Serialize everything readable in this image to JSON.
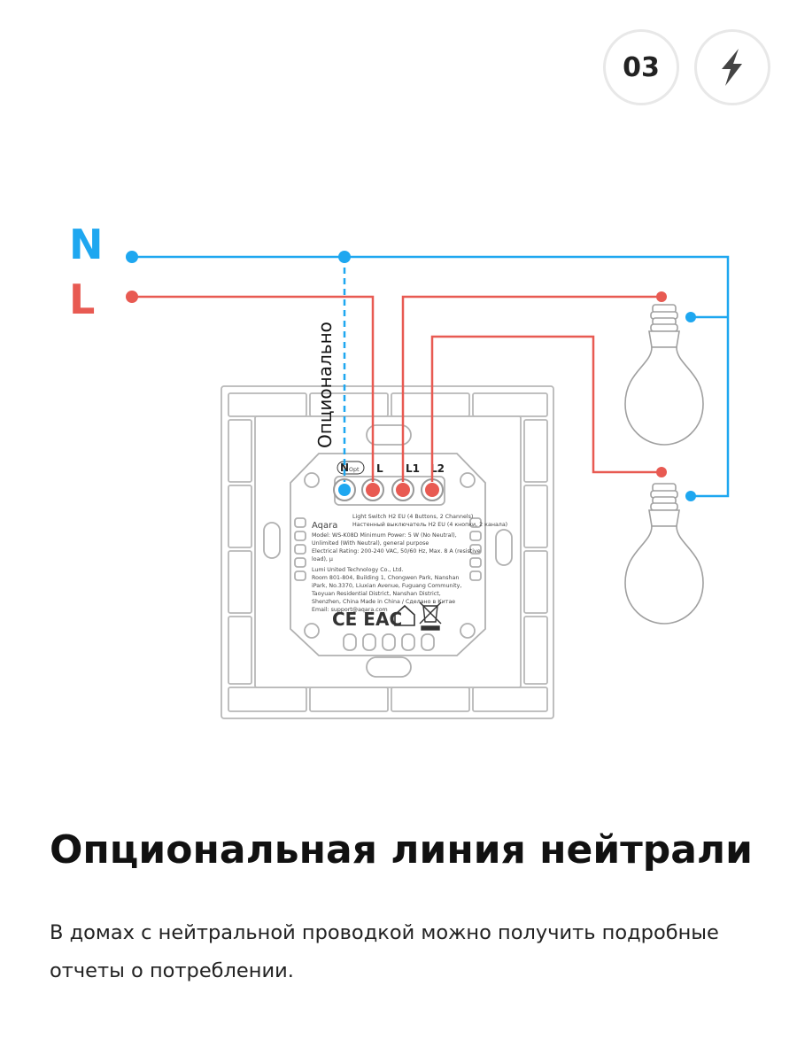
{
  "header": {
    "step_number": "03",
    "step_icon": "lightning-bolt-icon"
  },
  "diagram": {
    "bus_labels": {
      "neutral": "N",
      "line": "L"
    },
    "optional_label": "Опционально",
    "terminals": {
      "neutral": "N",
      "neutral_sub": "Opt",
      "line": "L",
      "l1": "L1",
      "l2": "L2"
    },
    "device_label": {
      "brand": "Aqara",
      "lines": [
        "Light Switch H2 EU (4 Buttons, 2 Channels)",
        "Настенный выключатель H2 EU (4 кнопки, 2 канала)",
        "Model: WS-K08D   Minimum Power: 5 W (No Neutral),",
        "Unlimited (With Neutral), general purpose",
        "Electrical Rating: 200-240 VAC, 50/60 Hz, Max. 8 A (resistive",
        "load), μ",
        "Lumi United Technology Co., Ltd.",
        "Room 801-804, Building 1, Chongwen Park, Nanshan",
        "iPark, No.3370, Liuxian Avenue, Fuguang Community,",
        "Taoyuan Residential District, Nanshan District,",
        "Shenzhen, China          Made in China / Сделано в Китае",
        "Email: support@aqara.com"
      ],
      "cert_marks": "CE EAC"
    },
    "colors": {
      "neutral": "#1ea7f0",
      "line": "#e85a52",
      "outline": "#b0b0b0"
    }
  },
  "content": {
    "title": "Опциональная линия нейтрали",
    "description": "В домах с нейтральной проводкой можно получить подробные отчеты о потреблении."
  }
}
